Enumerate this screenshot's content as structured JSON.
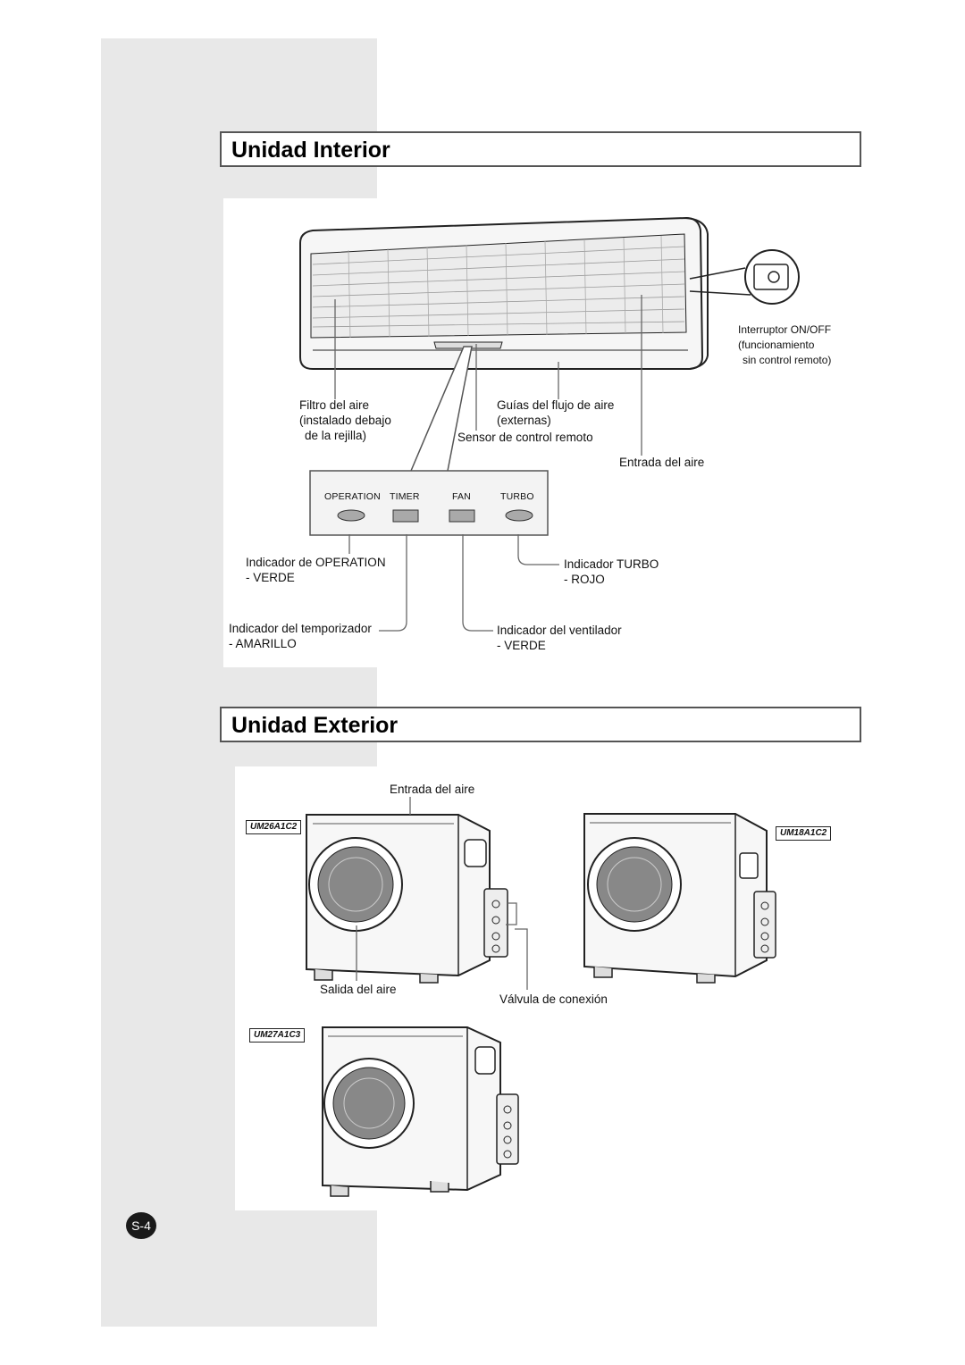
{
  "indoor": {
    "title": "Unidad Interior",
    "labels": {
      "switch_line1": "Interruptor ON/OFF",
      "switch_line2": "(funcionamiento",
      "switch_line3": "sin control remoto)",
      "filter_line1": "Filtro del aire",
      "filter_line2": "(instalado debajo",
      "filter_line3": "de la rejilla)",
      "guides_line1": "Guías del flujo de aire",
      "guides_line2": "(externas)",
      "sensor": "Sensor de control remoto",
      "air_inlet": "Entrada del aire"
    },
    "panel": {
      "operation": "OPERATION",
      "timer": "TIMER",
      "fan": "FAN",
      "turbo": "TURBO"
    },
    "indicators": {
      "operation_line1": "Indicador de OPERATION",
      "operation_line2": "- VERDE",
      "timer_line1": "Indicador del temporizador",
      "timer_line2": "- AMARILLO",
      "fan_line1": "Indicador del ventilador",
      "fan_line2": "- VERDE",
      "turbo_line1": "Indicador TURBO",
      "turbo_line2": "- ROJO"
    }
  },
  "outdoor": {
    "title": "Unidad Exterior",
    "air_inlet": "Entrada del aire",
    "air_outlet": "Salida del aire",
    "valve": "Válvula de conexión",
    "models": [
      "UM26A1C2",
      "UM18A1C2",
      "UM27A1C3"
    ]
  },
  "page_number": "S-4"
}
